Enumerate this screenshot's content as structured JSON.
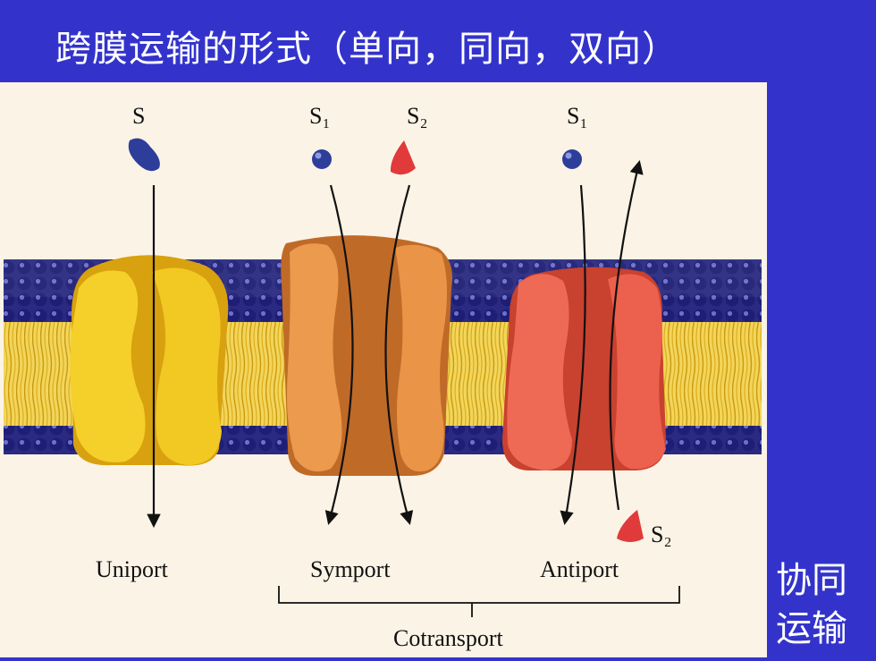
{
  "slide": {
    "title": "跨膜运输的形式（单向，同向，双向）",
    "side_note": [
      "协同",
      "运输"
    ]
  },
  "diagram": {
    "substrates": {
      "uniport": "S",
      "symport_1": "S₁",
      "symport_2": "S₂",
      "antiport_1": "S₁",
      "antiport_2": "S₂"
    },
    "transporters": {
      "uniport": "Uniport",
      "symport": "Symport",
      "antiport": "Antiport"
    },
    "group_label": "Cotransport"
  },
  "colors": {
    "background": "#3333cc",
    "panel": "#fbf3e6",
    "head_group": "#1c1c70",
    "lipid_tail": "#f0c829",
    "uniporter": "#f0c21e",
    "symporter": "#e0883c",
    "antiporter": "#e8544a",
    "substrate_blue": "#2d3e9a",
    "substrate_red": "#e03a3a"
  }
}
